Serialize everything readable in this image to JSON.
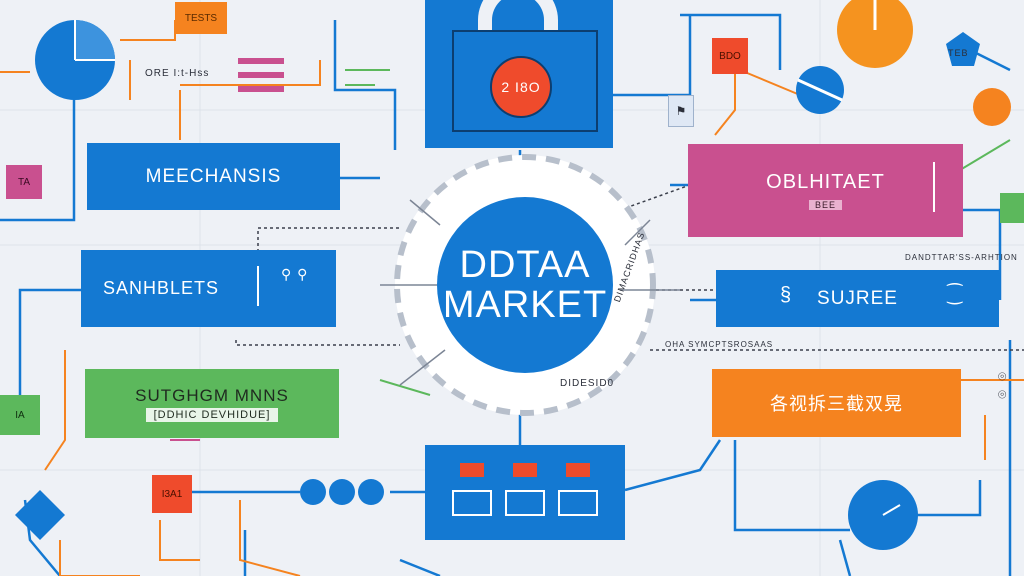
{
  "hub": {
    "line1": "DDTAA",
    "line2": "MARKET"
  },
  "top_badge": "2 I8O",
  "nodes": {
    "left_1": "MEECHANSIS",
    "left_2": "SANHBLETS",
    "left_2_glyphs": "⚲ ⚲",
    "left_3_line1": "SUTGHGM MNNS",
    "left_3_line2": "[DDHIC DEVHIDUE]",
    "right_1": "OBLHITAET",
    "right_1_sub": "BEE",
    "right_2": "SUJREE",
    "right_2_left_mark": "§",
    "right_2_right_mark": "⁐",
    "right_3": "各视拆三截双晃"
  },
  "labels": {
    "tests": "TESTS",
    "top_left_text": "ORE  I:t-Hss",
    "bdo": "BDO",
    "tiny_left": "TA",
    "left_mid": "IA",
    "bottom_left": "I3A1",
    "right_top": "TEB",
    "right_text_1": "DANDTTAR'SS-ARHTION",
    "right_text_2": "OHA SYMCPTSROSAAS",
    "ring_right": "DIMACRIDHAS",
    "ring_bottom": "DIDESID0",
    "small_right_top": "⌾",
    "small_right_bottom": "⌾"
  },
  "colors": {
    "blue": "#1479d2",
    "orange": "#f5831f",
    "magenta": "#c9508f",
    "green": "#5cb85c",
    "red_orange": "#ef4b2c",
    "background": "#eef1f6"
  }
}
